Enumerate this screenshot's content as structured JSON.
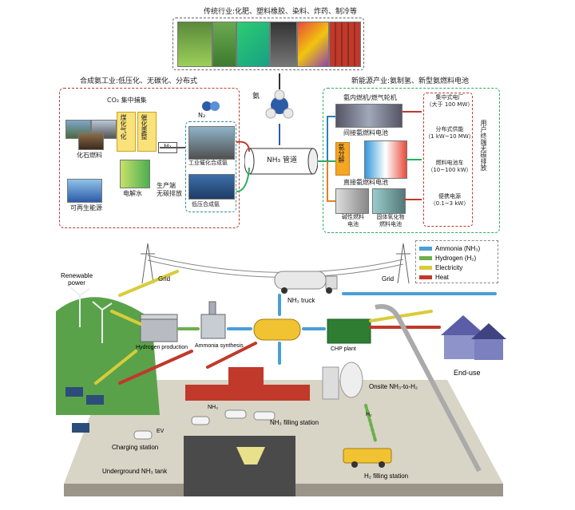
{
  "top": {
    "traditional_label": "传统行业:化肥、塑料橡胶、染料、炸药、制冷等",
    "ammonia_label": "氨",
    "synthesis_label": "合成氨工业:低压化、无碳化、分布式",
    "new_energy_label": "新能源产业:氨制氢、新型氨燃料电池",
    "co2_label": "CO₂ 集中捕集",
    "gasify_label": "煤化气化",
    "reform_label": "催化重整",
    "fossil_label": "化石燃料",
    "renewable_label": "可再生能源",
    "electrolysis_label": "电解水",
    "h2_label": "H₂",
    "n2_label": "N₂",
    "industrial_label": "工业催化合成氨",
    "producer_label": "生产端\n无碳排放",
    "lowpressure_label": "低压合成氨",
    "pipeline_label": "NH₃ 管道",
    "turbine_label": "氨内燃机/燃气轮机",
    "indirect_label": "间接氨燃料电池",
    "decomp_label": "氨分解",
    "direct_label": "直接氨燃料电池",
    "alkaline_label": "碱性燃料\n电池",
    "sofc_label": "固体氧化物\n燃料电池",
    "central_label": "集中式电厂\n（大于 100 MW）",
    "distributed_label": "分布式供能\n（1 kW~10 MW）",
    "vehicle_label": "燃料电池车\n（10~100 kW）",
    "portable_label": "便携电源\n（0.1~3 kW）",
    "user_label": "用户终端无碳排放"
  },
  "bottom": {
    "legend": [
      {
        "label": "Ammonia (NH₃)",
        "color": "#4a9fd6"
      },
      {
        "label": "Hydrogen (H₂)",
        "color": "#6ab04c"
      },
      {
        "label": "Electricity",
        "color": "#d8cc3a"
      },
      {
        "label": "Heat",
        "color": "#c0392b"
      }
    ],
    "renewable_power": "Renewable\npower",
    "grid_left": "Grid",
    "grid_right": "Grid",
    "truck": "NH₃ truck",
    "hydrogen_production": "Hydrogen production",
    "ammonia_synthesis": "Ammonia synthesis",
    "chp": "CHP plant",
    "onsite": "Onsite NH₃-to-H₂",
    "end_use": "End-use",
    "nh3_small": "NH₃",
    "nh3_filling": "NH₃ filling station",
    "charging": "Charging station",
    "ev": "EV",
    "h2_small": "H₂",
    "h2_filling": "H₂ filling station",
    "underground": "Underground NH₃ tank"
  }
}
